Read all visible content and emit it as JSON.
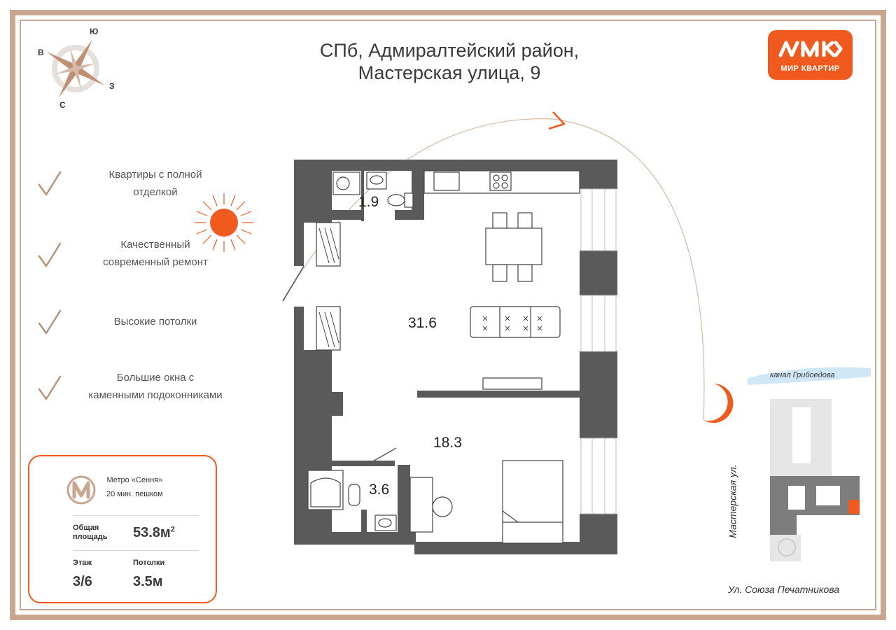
{
  "header": {
    "address_line1": "СПб, Адмиралтейский район,",
    "address_line2": "Мастерская улица, 9"
  },
  "logo": {
    "text": "МИР КВАРТИР",
    "brand_color": "#f05a1e"
  },
  "compass": {
    "north": "С",
    "south": "Ю",
    "east": "В",
    "west": "З"
  },
  "features": [
    {
      "line1": "Квартиры с полной",
      "line2": "отделкой"
    },
    {
      "line1": "Качественный",
      "line2": "современный ремонт"
    },
    {
      "line1": "Высокие потолки",
      "line2": ""
    },
    {
      "line1": "Большие окна с",
      "line2": "каменными подоконниками"
    }
  ],
  "info_card": {
    "metro_line1": "Метро «Сення»",
    "metro_line2": "20 мин. пешком",
    "area_label_line1": "Общая",
    "area_label_line2": "площадь",
    "area_value": "53.8м",
    "area_unit_sup": "2",
    "floor_label": "Этаж",
    "floor_value": "3/6",
    "ceiling_label": "Потолки",
    "ceiling_value": "3.5м"
  },
  "rooms": {
    "bathroom_small": "1.9",
    "living_kitchen": "31.6",
    "bedroom": "18.3",
    "bathroom_large": "3.6"
  },
  "location_map": {
    "canal": "канал Грибоедова",
    "street_vertical": "Мастерская ул.",
    "street_bottom": "Ул. Союза Печатникова"
  },
  "colors": {
    "accent": "#f05a1e",
    "frame": "#c9a68f",
    "wall": "#5a5a5a",
    "check": "#b8937a"
  }
}
